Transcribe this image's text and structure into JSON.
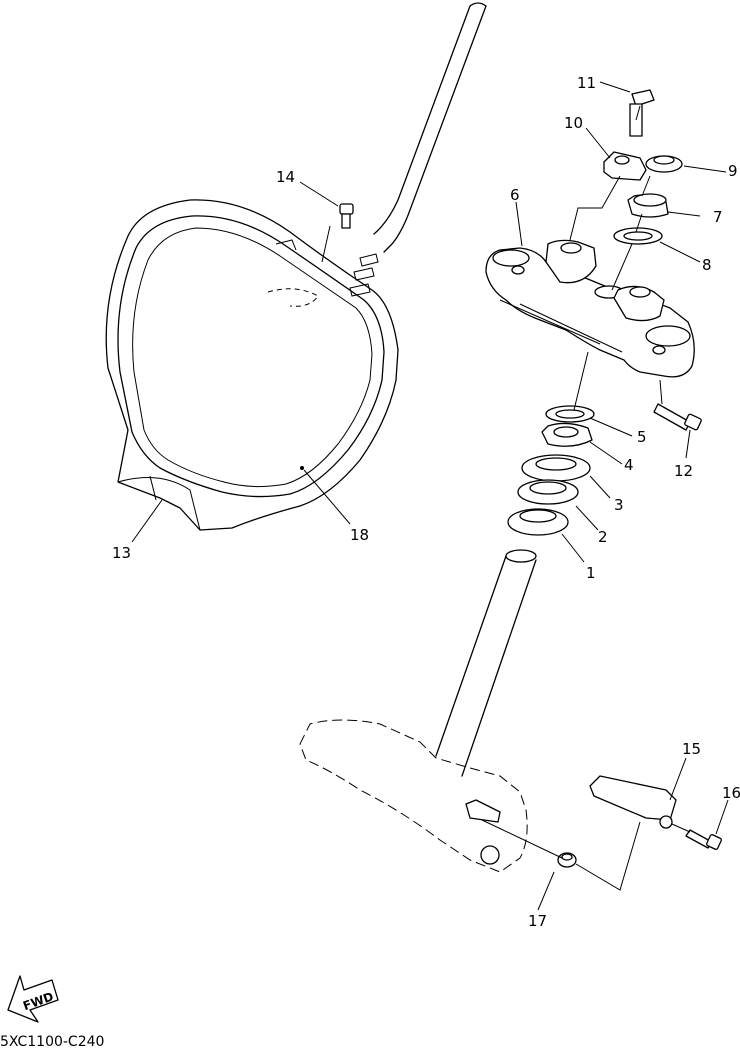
{
  "parts": [
    {
      "id": "bearing-1",
      "label": "1"
    },
    {
      "id": "bearing-2",
      "label": "2"
    },
    {
      "id": "cover-3",
      "label": "3"
    },
    {
      "id": "nut-4",
      "label": "4"
    },
    {
      "id": "washer-5",
      "label": "5"
    },
    {
      "id": "upper-bracket-6",
      "label": "6"
    },
    {
      "id": "collar-7",
      "label": "7"
    },
    {
      "id": "washer-8",
      "label": "8"
    },
    {
      "id": "nut-9",
      "label": "9"
    },
    {
      "id": "holder-10",
      "label": "10"
    },
    {
      "id": "bolt-11",
      "label": "11"
    },
    {
      "id": "bolt-12",
      "label": "12"
    },
    {
      "id": "number-plate-13",
      "label": "13"
    },
    {
      "id": "bolt-14",
      "label": "14"
    },
    {
      "id": "cable-guide-15",
      "label": "15"
    },
    {
      "id": "bolt-16",
      "label": "16"
    },
    {
      "id": "collar-17",
      "label": "17"
    },
    {
      "id": "number-plate-sticker-18",
      "label": "18"
    }
  ],
  "fwd_label": "FWD",
  "diagram_code": "5XC1100-C240"
}
